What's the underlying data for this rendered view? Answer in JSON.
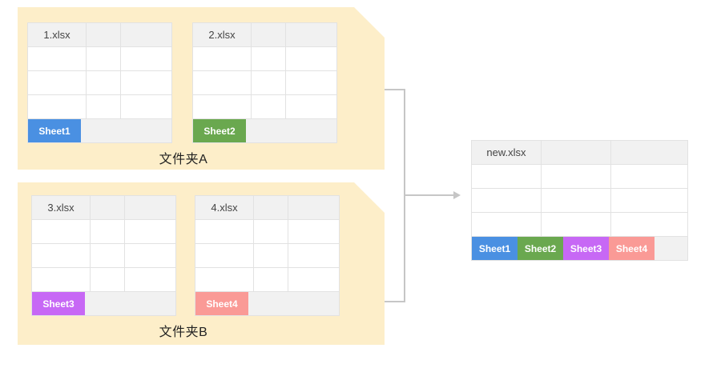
{
  "diagram": {
    "title": "merge-workbooks-diagram",
    "colors": {
      "folder_fill": "#fdeec9",
      "grid_border": "#e2e2e2",
      "header_fill": "#f1f1f1",
      "connector": "#c6c6c6",
      "sheet1": "#4a90e2",
      "sheet2": "#6aa84f",
      "sheet3": "#c768f5",
      "sheet4": "#fa9a96"
    }
  },
  "folders": [
    {
      "name": "folder-a",
      "label": "文件夹A",
      "workbooks": [
        {
          "filename": "1.xlsx",
          "tabs": [
            {
              "label": "Sheet1",
              "color": "#4a90e2"
            }
          ]
        },
        {
          "filename": "2.xlsx",
          "tabs": [
            {
              "label": "Sheet2",
              "color": "#6aa84f"
            }
          ]
        }
      ]
    },
    {
      "name": "folder-b",
      "label": "文件夹B",
      "workbooks": [
        {
          "filename": "3.xlsx",
          "tabs": [
            {
              "label": "Sheet3",
              "color": "#c768f5"
            }
          ]
        },
        {
          "filename": "4.xlsx",
          "tabs": [
            {
              "label": "Sheet4",
              "color": "#fa9a96"
            }
          ]
        }
      ]
    }
  ],
  "output": {
    "workbook": {
      "filename": "new.xlsx",
      "tabs": [
        {
          "label": "Sheet1",
          "color": "#4a90e2"
        },
        {
          "label": "Sheet2",
          "color": "#6aa84f"
        },
        {
          "label": "Sheet3",
          "color": "#c768f5"
        },
        {
          "label": "Sheet4",
          "color": "#fa9a96"
        }
      ]
    }
  }
}
